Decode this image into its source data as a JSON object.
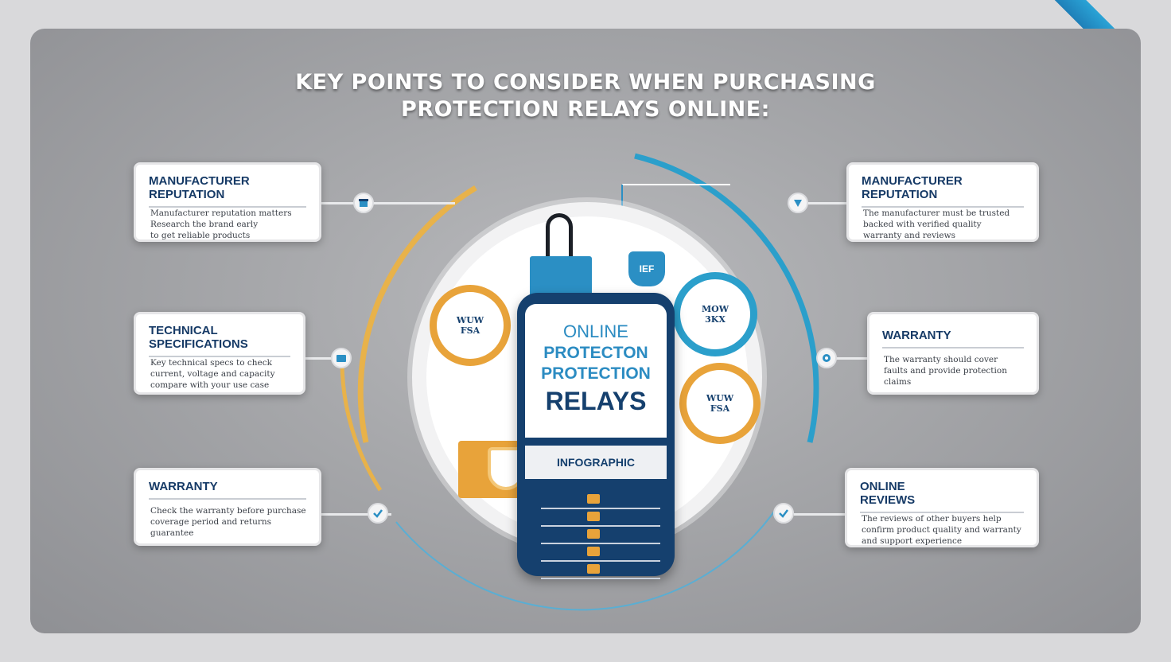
{
  "title": {
    "line1": "KEY POINTS TO CONSIDER WHEN PURCHASING",
    "line2": "PROTECTION RELAYS ONLINE:"
  },
  "left_cards": [
    {
      "heading_line1": "MANUFACTURER",
      "heading_line2": "REPUTATION",
      "body": [
        "Manufacturer reputation matters",
        "Research the brand early",
        "to get reliable products"
      ],
      "icon": "package-icon"
    },
    {
      "heading_line1": "TECHNICAL",
      "heading_line2": "SPECIFICATIONS",
      "body": [
        "Key technical specs to check",
        "current, voltage and capacity",
        "compare with your use case"
      ],
      "icon": "folder-icon"
    },
    {
      "heading_line1": "WARRANTY",
      "heading_line2": "",
      "body": [
        "Check the warranty before purchase",
        "coverage period and returns",
        "guarantee"
      ],
      "icon": "check-icon"
    }
  ],
  "right_cards": [
    {
      "heading_line1": "MANUFACTURER",
      "heading_line2": "REPUTATION",
      "body": [
        "The manufacturer must be trusted",
        "backed with verified quality",
        "warranty and reviews"
      ],
      "icon": "shield-icon"
    },
    {
      "heading_line1": "WARRANTY",
      "heading_line2": "",
      "body": [
        "The warranty should cover",
        "faults and provide protection",
        "claims"
      ],
      "icon": "gear-icon"
    },
    {
      "heading_line1": "ONLINE",
      "heading_line2": "REVIEWS",
      "body": [
        "The reviews of other buyers help",
        "confirm product quality and warranty",
        "and support experience"
      ],
      "icon": "check-icon"
    }
  ],
  "phone": {
    "line1": "ONLINE",
    "line2": "PROTECTON",
    "line3": "PROTECTION",
    "line4": "RELAYS",
    "infobar": "INFOGRAPHIC"
  },
  "badges": {
    "left_top": [
      "WUW",
      "FSA"
    ],
    "right_top": [
      "MOW",
      "3KX"
    ],
    "right_bottom": [
      "WUW",
      "FSA"
    ],
    "plug_label": "IEF"
  },
  "colors": {
    "navy": "#15406e",
    "blue": "#2b8fc4",
    "gold": "#e8a33a",
    "board": "#a7a8ab"
  }
}
